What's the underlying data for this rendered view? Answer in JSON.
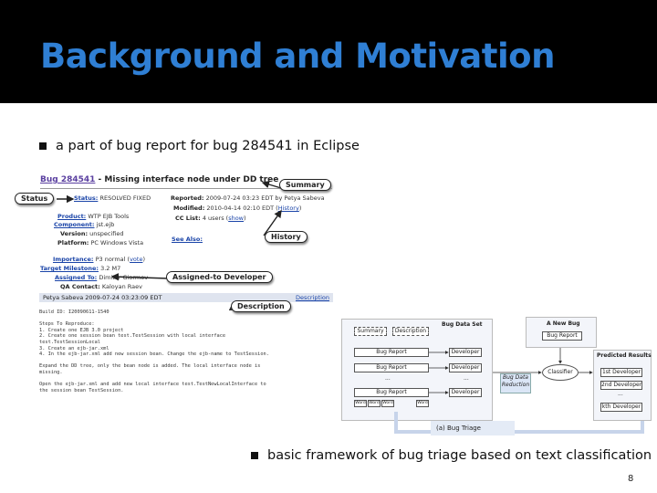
{
  "slide": {
    "title": "Background and Motivation",
    "bullet1": "a part of bug report for bug 284541 in Eclipse",
    "bullet2": "basic framework of bug triage based on text classification",
    "page_number": "8"
  },
  "bug_report": {
    "bug_link": "Bug 284541",
    "bug_title_rest": " - Missing interface node under DD tree",
    "fields": {
      "status_key": "Status:",
      "status_val": "RESOLVED FIXED",
      "product_key": "Product:",
      "product_val": "WTP EJB Tools",
      "component_key": "Component:",
      "component_val": "jst.ejb",
      "version_key": "Version:",
      "version_val": "unspecified",
      "platform_key": "Platform:",
      "platform_val": "PC Windows Vista",
      "reported_key": "Reported:",
      "reported_val": "2009-07-24 03:23 EDT by Petya Sabeva",
      "modified_key": "Modified:",
      "modified_val": "2010-04-14 02:10 EDT (",
      "modified_link": "History",
      "cc_key": "CC List:",
      "cc_val": "4 users (",
      "cc_link": "show",
      "see_also_key": "See Also:",
      "importance_key": "Importance:",
      "importance_val": "P3 normal (",
      "importance_link": "vote",
      "milestone_key": "Target Milestone:",
      "milestone_val": "3.2 M7",
      "assigned_key": "Assigned To:",
      "assigned_val": "Dimitar Giormov",
      "qa_key": "QA Contact:",
      "qa_val": "Kaloyan Raev"
    },
    "callouts": {
      "status": "Status",
      "summary": "Summary",
      "history": "History",
      "assigned": "Assigned-to Developer",
      "description": "Description"
    },
    "desc_header_who": "Petya Sabeva   2009-07-24 03:23:09 EDT",
    "desc_header_link": "Description",
    "code_lines": [
      "Build ID: I20090611-1540",
      "",
      "Steps To Reproduce:",
      "1. Create one EJB 3.0 project",
      "2. Create one session bean test.TestSession with local interface",
      "test.TestSessionLocal",
      "3. Create an ejb-jar.xml",
      "4. In the ejb-jar.xml add new session bean. Change the ejb-name to TestSession.",
      "",
      "Expand the DD tree, only the bean node is added. The local interface node is",
      "missing.",
      "",
      "Open the ejb-jar.xml and add new local interface test.TestNewLocalInterface to",
      "the session bean TestSession."
    ]
  },
  "framework": {
    "bug_data_set": "Bug Data Set",
    "a_new_bug": "A New Bug",
    "summary": "Summary",
    "description": "Description",
    "bug_report": "Bug Report",
    "developer": "Developer",
    "ellipsis": "...",
    "bug_data_reduction": "Bug Data Reduction",
    "classifier": "Classifier",
    "predicted_results": "Predicted Results",
    "dev1": "1st Developer",
    "dev2": "2nd Developer",
    "devk": "kth Developer",
    "word1": "Word",
    "word2": "Word",
    "word3": "Word",
    "word4": "Word",
    "caption": "(a) Bug Triage"
  }
}
